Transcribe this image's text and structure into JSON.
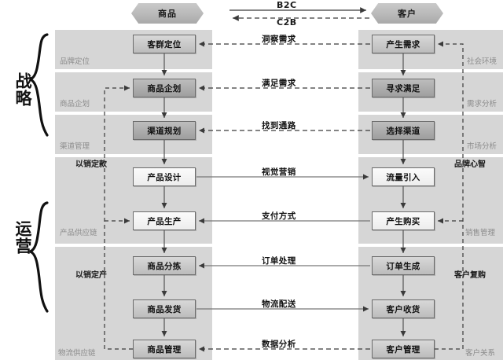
{
  "header": {
    "left_actor": "商品",
    "right_actor": "客户",
    "top_flow_label": "B2C",
    "bottom_flow_label": "C2B"
  },
  "side_titles": [
    {
      "label": "战略"
    },
    {
      "label": "运营"
    }
  ],
  "bands": [
    {
      "left_label": "品牌定位",
      "right_label": "社会环境",
      "left_emphasis": false,
      "right_emphasis": false
    },
    {
      "left_label": "商品企划",
      "right_label": "需求分析",
      "left_emphasis": false,
      "right_emphasis": false
    },
    {
      "left_label": "渠道管理",
      "right_label": "市场分析",
      "left_emphasis": false,
      "right_emphasis": false
    },
    {
      "left_label": "以销定款",
      "right_label": "品牌心智",
      "left_emphasis": true,
      "right_emphasis": true
    },
    {
      "left_label": "产品供应链",
      "right_label": "销售管理",
      "left_emphasis": false,
      "right_emphasis": false
    },
    {
      "left_label": "以销定产",
      "right_label": "客户复购",
      "left_emphasis": true,
      "right_emphasis": true
    },
    {
      "left_label": "物流供应链",
      "right_label": "客户关系",
      "left_emphasis": false,
      "right_emphasis": false
    }
  ],
  "left_nodes": [
    {
      "label": "客群定位",
      "tone": "gmed"
    },
    {
      "label": "商品企划",
      "tone": "gdark"
    },
    {
      "label": "渠道规划",
      "tone": "gdark"
    },
    {
      "label": "产品设计",
      "tone": "glight"
    },
    {
      "label": "产品生产",
      "tone": "glight"
    },
    {
      "label": "商品分拣",
      "tone": "gmed"
    },
    {
      "label": "商品发货",
      "tone": "gmed"
    },
    {
      "label": "商品管理",
      "tone": "gmed"
    }
  ],
  "right_nodes": [
    {
      "label": "产生需求",
      "tone": "gmed"
    },
    {
      "label": "寻求满足",
      "tone": "gdark"
    },
    {
      "label": "选择渠道",
      "tone": "gdark"
    },
    {
      "label": "流量引入",
      "tone": "glight"
    },
    {
      "label": "产生购买",
      "tone": "glight"
    },
    {
      "label": "订单生成",
      "tone": "gmed"
    },
    {
      "label": "客户收货",
      "tone": "gmed"
    },
    {
      "label": "客户管理",
      "tone": "gmed"
    }
  ],
  "connectors": [
    {
      "label": "洞察需求",
      "direction": "right-to-left",
      "style": "dashed"
    },
    {
      "label": "满足需求",
      "direction": "right-to-left",
      "style": "dashed"
    },
    {
      "label": "找到通路",
      "direction": "right-to-left",
      "style": "dashed"
    },
    {
      "label": "视觉营销",
      "direction": "left-to-right",
      "style": "solid"
    },
    {
      "label": "支付方式",
      "direction": "right-to-left",
      "style": "solid"
    },
    {
      "label": "订单处理",
      "direction": "right-to-left",
      "style": "solid"
    },
    {
      "label": "物流配送",
      "direction": "left-to-right",
      "style": "solid"
    },
    {
      "label": "数据分析",
      "direction": "bidirectional",
      "style": "dashed"
    }
  ],
  "colors": {
    "band": "#d6d6d6",
    "page": "#ffffff",
    "stroke": "#6b6b6b",
    "label_muted": "#8c8c8c",
    "label_dark": "#1a1a1a"
  }
}
